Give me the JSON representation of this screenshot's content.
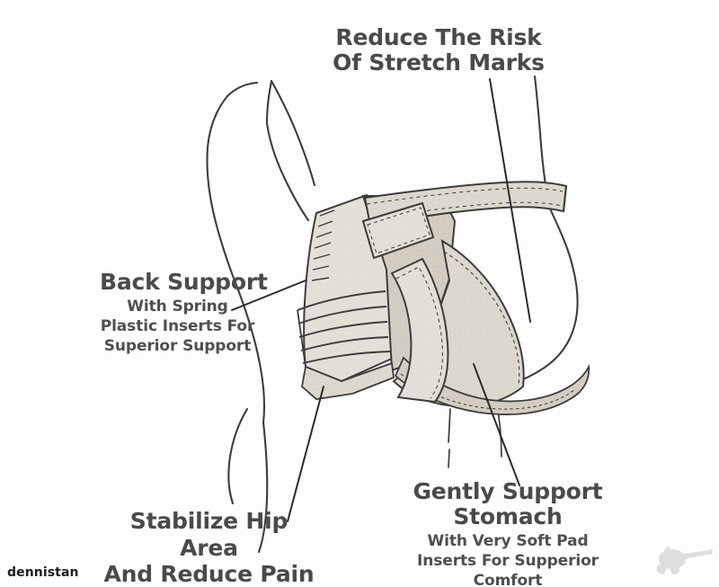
{
  "image": {
    "title": "Maternity Support Belt Feature Diagram",
    "background_color": "#ffffff",
    "text_color": "#4a4a4a",
    "belt_fill_color": "#ddd9cf",
    "belt_pad_color": "#d6d0c6",
    "outline_color": "#3a3a3a"
  },
  "callouts": {
    "stretch_marks": {
      "heading": "Reduce The Risk\nOf Stretch Marks",
      "subtext": ""
    },
    "back_support": {
      "heading": "Back Support",
      "subtext": "With Spring\nPlastic Inserts For\nSuperior Support"
    },
    "hip": {
      "heading": "Stabilize Hip Area\nAnd Reduce Pain",
      "subtext": ""
    },
    "stomach": {
      "heading": "Gently Support Stomach",
      "subtext": "With Very Soft Pad\nInserts For Supperior\nComfort"
    }
  },
  "watermarks": {
    "text": "dennistan",
    "logo_name": "animal-silhouette-logo"
  },
  "illustration": {
    "subject": "side view of pregnant torso wearing maternity support belt",
    "parts": [
      "upper-back-outline",
      "breast-outline",
      "belly-outline",
      "hip-thigh-outline",
      "shoulder-strap",
      "ribbed-back-panel",
      "velcro-tab",
      "belly-support-pad",
      "lower-waist-band"
    ]
  }
}
